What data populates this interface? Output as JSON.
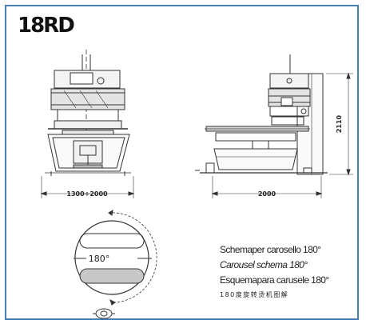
{
  "title": "18RD",
  "dimensions": {
    "front_width": "1300÷2000",
    "side_width": "2000",
    "height": "2110",
    "rotation": "180°"
  },
  "captions": [
    "Schemaper carosello  180°",
    "Carousel schema 180°",
    "Esquemapara carusele 180°",
    "180度旋转烫机图解"
  ]
}
